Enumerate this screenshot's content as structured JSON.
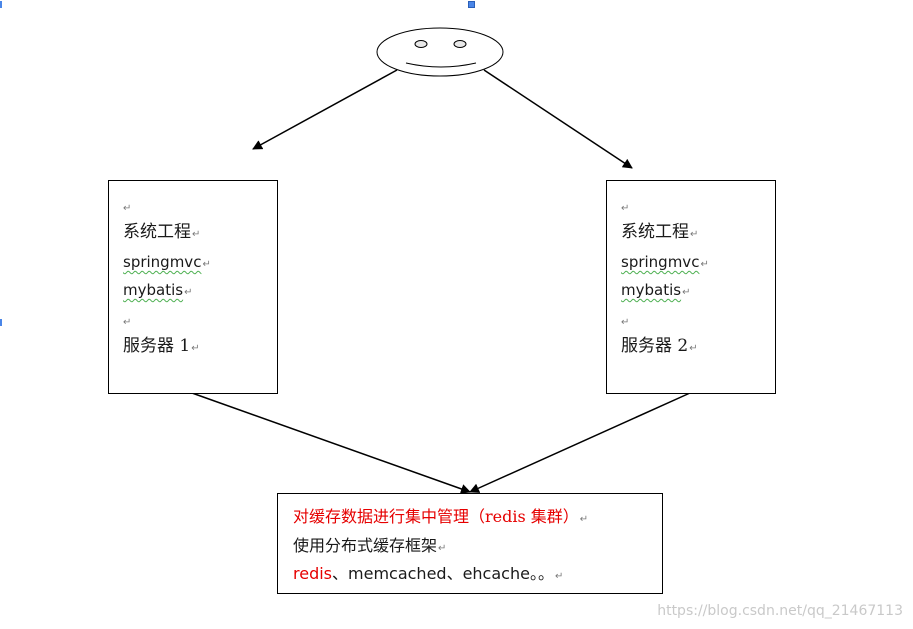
{
  "server1": {
    "lines": [
      "系统工程",
      "springmvc",
      "mybatis",
      "服务器 1"
    ]
  },
  "server2": {
    "lines": [
      "系统工程",
      "springmvc",
      "mybatis",
      "服务器 2"
    ]
  },
  "cache": {
    "title": "对缓存数据进行集中管理（redis 集群）",
    "subtitle": "使用分布式缓存框架",
    "frameworks_red": "redis",
    "frameworks_rest": "、memcached、ehcache。。"
  },
  "paragraph_mark": "↵",
  "watermark": "https://blog.csdn.net/qq_21467113",
  "colors": {
    "highlight": "#e60000",
    "stroke": "#000000",
    "handle": "#4a86e8"
  }
}
